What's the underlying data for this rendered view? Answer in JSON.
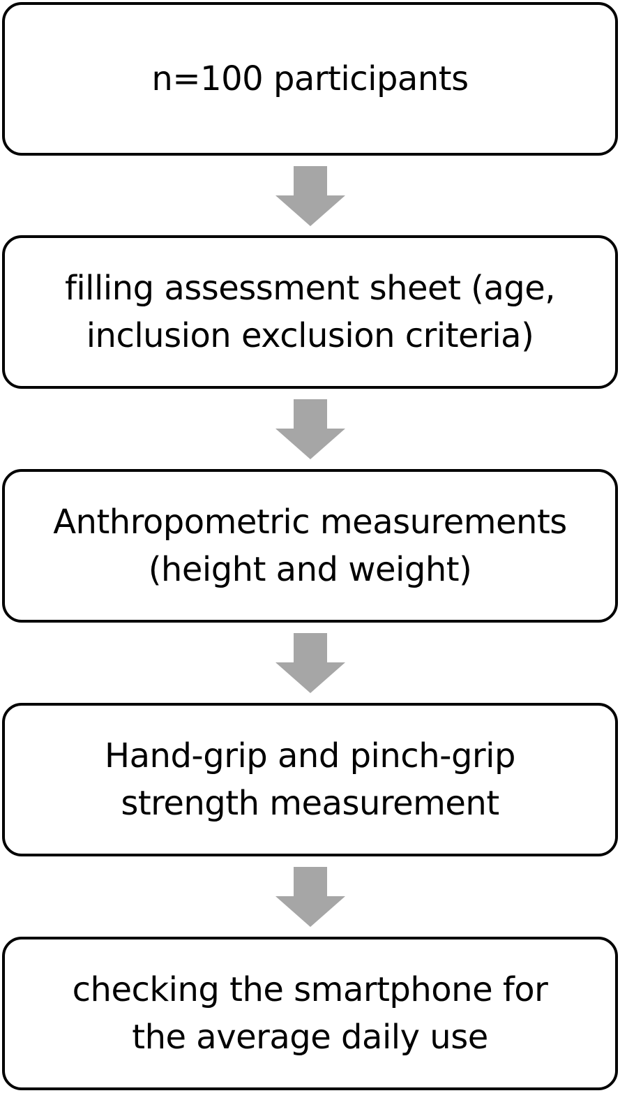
{
  "diagram": {
    "arrow_color": "#a6a6a6",
    "border_color": "#000000",
    "steps": [
      {
        "lines": [
          "n=100 participants"
        ]
      },
      {
        "lines": [
          "filling assessment sheet (age,",
          "inclusion exclusion criteria)"
        ]
      },
      {
        "lines": [
          "Anthropometric measurements",
          "(height and weight)"
        ]
      },
      {
        "lines": [
          "Hand-grip and pinch-grip",
          "strength measurement"
        ]
      },
      {
        "lines": [
          "checking the smartphone for",
          "the average daily use"
        ]
      }
    ]
  }
}
